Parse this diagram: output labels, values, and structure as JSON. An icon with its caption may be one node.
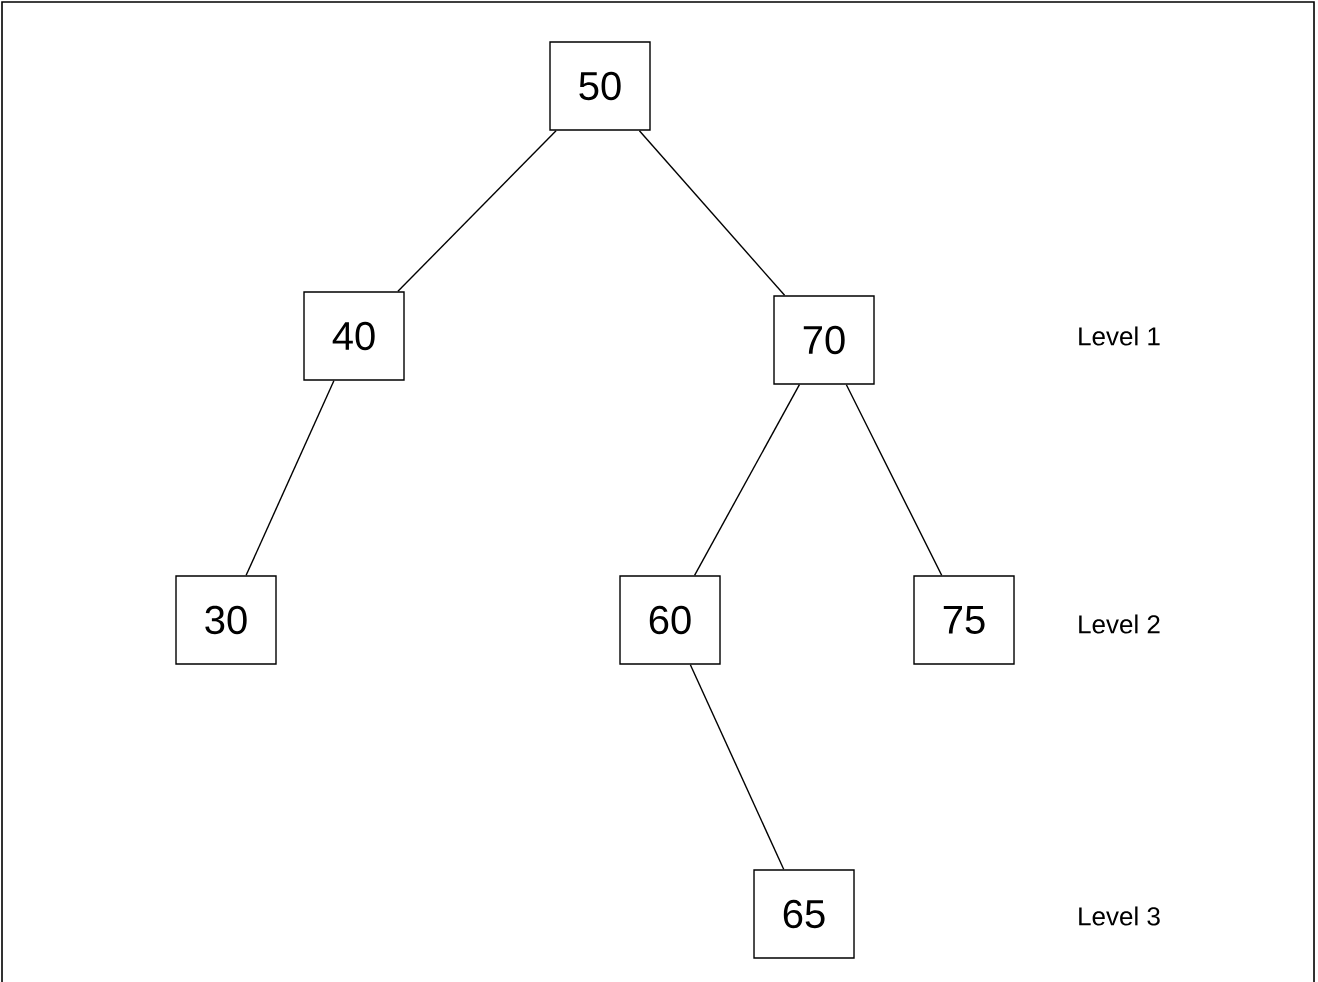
{
  "diagram": {
    "nodes": [
      {
        "text": [
          "50"
        ]
      },
      {
        "text": [
          "40"
        ]
      },
      {
        "text": [
          "70"
        ]
      },
      {
        "text": [
          "30"
        ]
      },
      {
        "text": [
          "60"
        ]
      },
      {
        "text": [
          "75"
        ]
      },
      {
        "text": [
          "65"
        ]
      }
    ],
    "edges": [
      {
        "from": 0,
        "to": 1,
        "arrow": "none"
      },
      {
        "from": 0,
        "to": 2,
        "arrow": "none"
      },
      {
        "from": 1,
        "to": 3,
        "arrow": "none"
      },
      {
        "from": 2,
        "to": 4,
        "arrow": "none"
      },
      {
        "from": 2,
        "to": 5,
        "arrow": "none"
      },
      {
        "from": 4,
        "to": 6,
        "arrow": "none"
      }
    ],
    "labels": [
      "Level 1",
      "Level 2",
      "Level 3"
    ]
  }
}
